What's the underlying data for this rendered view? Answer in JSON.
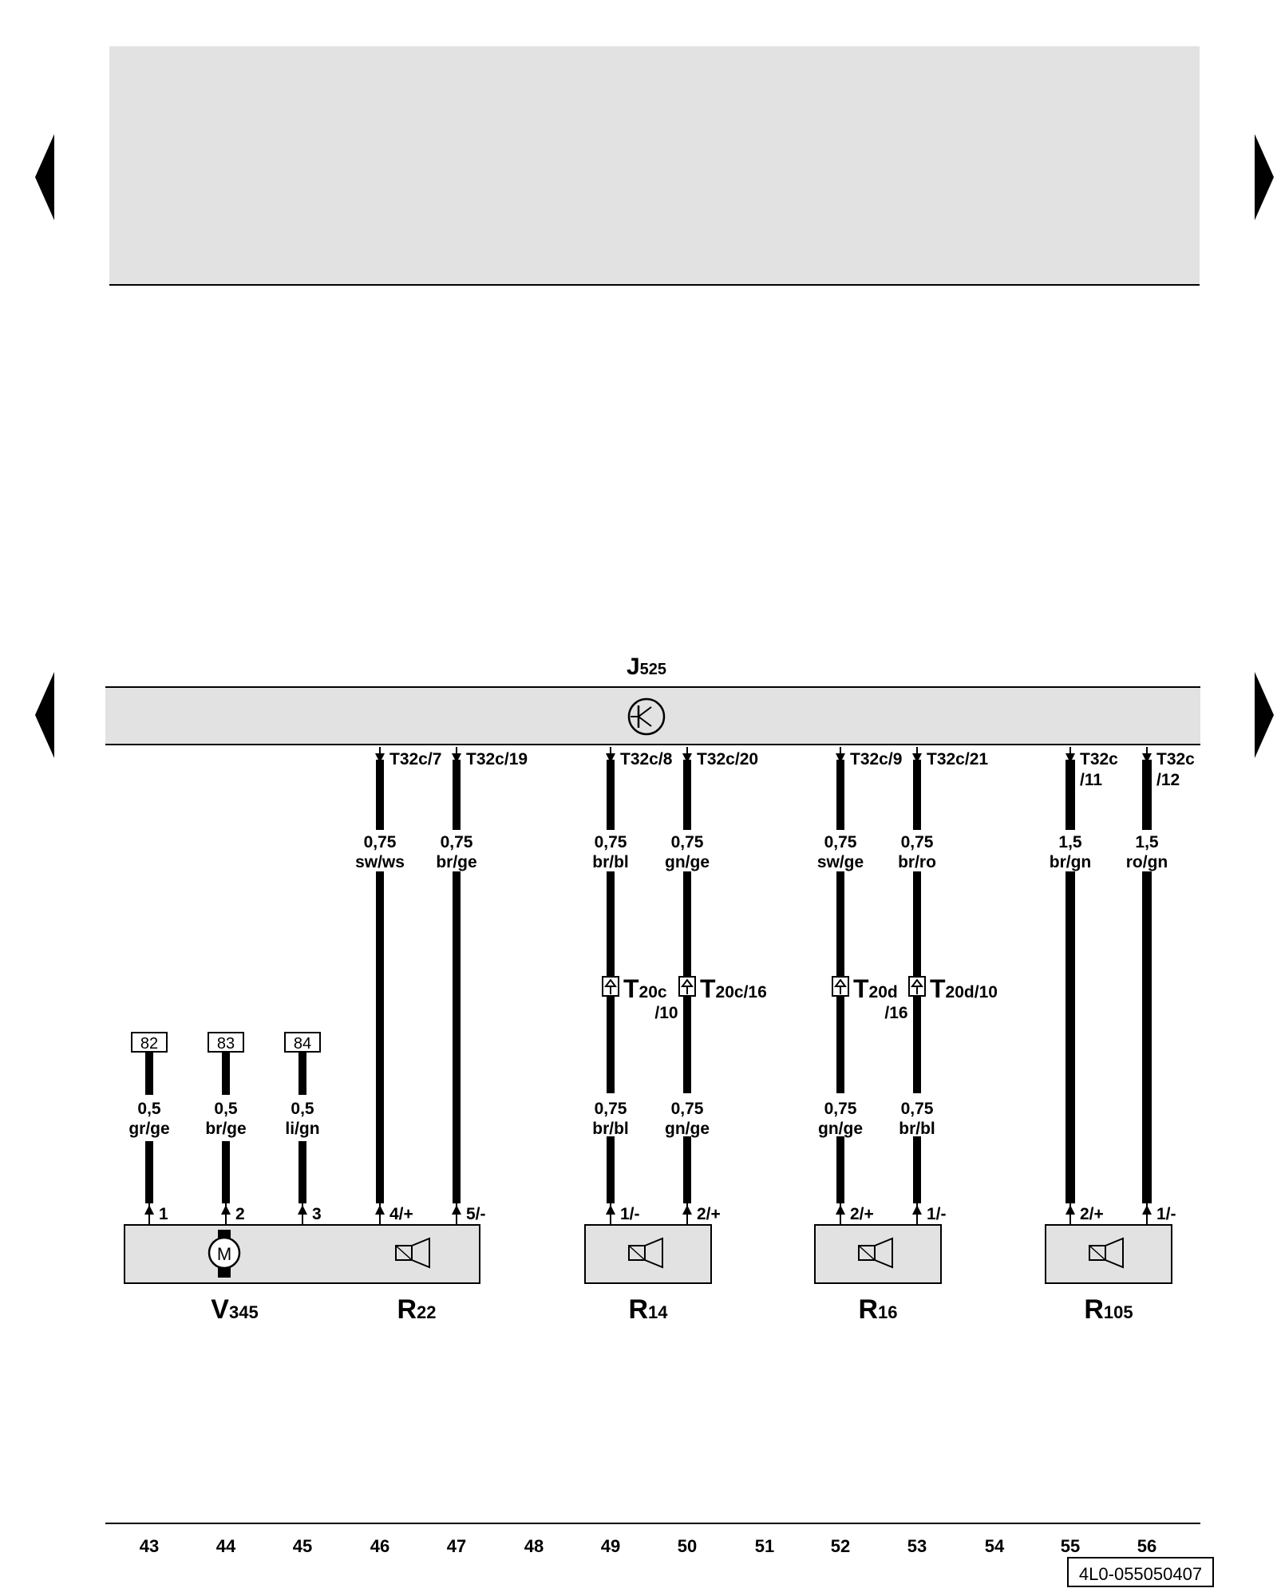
{
  "control_unit": {
    "name": "J",
    "sub": "525"
  },
  "wires": [
    {
      "pin": "T32c/7",
      "size": "0,75",
      "color": "sw/ws"
    },
    {
      "pin": "T32c/19",
      "size": "0,75",
      "color": "br/ge"
    },
    {
      "pin": "T32c/8",
      "size": "0,75",
      "color": "br/bl",
      "connector": {
        "name": "T",
        "sub": "20c",
        "pin": "/10"
      },
      "lower": {
        "size": "0,75",
        "color": "br/bl"
      },
      "end_pin": "1/-"
    },
    {
      "pin": "T32c/20",
      "size": "0,75",
      "color": "gn/ge",
      "connector": {
        "name": "T",
        "sub": "20c/16"
      },
      "lower": {
        "size": "0,75",
        "color": "gn/ge"
      },
      "end_pin": "2/+"
    },
    {
      "pin": "T32c/9",
      "size": "0,75",
      "color": "sw/ge",
      "connector": {
        "name": "T",
        "sub": "20d",
        "pin": "/16"
      },
      "lower": {
        "size": "0,75",
        "color": "gn/ge"
      },
      "end_pin": "2/+"
    },
    {
      "pin": "T32c/21",
      "size": "0,75",
      "color": "br/ro",
      "connector": {
        "name": "T",
        "sub": "20d/10"
      },
      "lower": {
        "size": "0,75",
        "color": "br/bl"
      },
      "end_pin": "1/-"
    },
    {
      "pin": "T32c",
      "pin2": "/11",
      "size": "1,5",
      "color": "br/gn",
      "end_pin": "2/+"
    },
    {
      "pin": "T32c",
      "pin2": "/12",
      "size": "1,5",
      "color": "ro/gn",
      "end_pin": "1/-"
    }
  ],
  "refs": [
    {
      "label": "82",
      "size": "0,5",
      "color": "gr/ge",
      "end_pin": "1"
    },
    {
      "label": "83",
      "size": "0,5",
      "color": "br/ge",
      "end_pin": "2"
    },
    {
      "label": "84",
      "size": "0,5",
      "color": "li/gn",
      "end_pin": "3"
    }
  ],
  "r22_pins": [
    "4/+",
    "5/-"
  ],
  "components": [
    {
      "name": "V",
      "sub": "345"
    },
    {
      "name": "R",
      "sub": "22"
    },
    {
      "name": "R",
      "sub": "14"
    },
    {
      "name": "R",
      "sub": "16"
    },
    {
      "name": "R",
      "sub": "105"
    }
  ],
  "motor_symbol": "M",
  "tracks": [
    "43",
    "44",
    "45",
    "46",
    "47",
    "48",
    "49",
    "50",
    "51",
    "52",
    "53",
    "54",
    "55",
    "56"
  ],
  "doc_id": "4L0-055050407",
  "colors": {
    "panel": "#e2e2e2",
    "line": "#000000"
  }
}
